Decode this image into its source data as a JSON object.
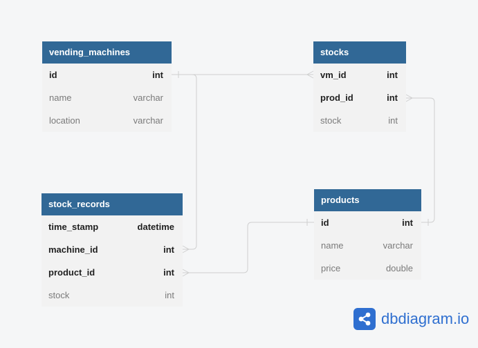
{
  "colors": {
    "header_bg": "#316896",
    "header_text": "#ffffff",
    "body_bg": "#f2f2f2",
    "canvas_bg": "#f5f6f7",
    "edge": "#cfcfcf",
    "brand": "#2f6fd0"
  },
  "tables": {
    "vending_machines": {
      "name": "vending_machines",
      "columns": [
        {
          "name": "id",
          "type": "int",
          "key": true
        },
        {
          "name": "name",
          "type": "varchar",
          "key": false
        },
        {
          "name": "location",
          "type": "varchar",
          "key": false
        }
      ]
    },
    "stocks": {
      "name": "stocks",
      "columns": [
        {
          "name": "vm_id",
          "type": "int",
          "key": true
        },
        {
          "name": "prod_id",
          "type": "int",
          "key": true
        },
        {
          "name": "stock",
          "type": "int",
          "key": false
        }
      ]
    },
    "stock_records": {
      "name": "stock_records",
      "columns": [
        {
          "name": "time_stamp",
          "type": "datetime",
          "key": true
        },
        {
          "name": "machine_id",
          "type": "int",
          "key": true
        },
        {
          "name": "product_id",
          "type": "int",
          "key": true
        },
        {
          "name": "stock",
          "type": "int",
          "key": false
        }
      ]
    },
    "products": {
      "name": "products",
      "columns": [
        {
          "name": "id",
          "type": "int",
          "key": true
        },
        {
          "name": "name",
          "type": "varchar",
          "key": false
        },
        {
          "name": "price",
          "type": "double",
          "key": false
        }
      ]
    }
  },
  "relationships": [
    {
      "from": "vending_machines.id",
      "to": "stocks.vm_id",
      "from_card": "one",
      "to_card": "many"
    },
    {
      "from": "vending_machines.id",
      "to": "stock_records.machine_id",
      "from_card": "one",
      "to_card": "many"
    },
    {
      "from": "products.id",
      "to": "stocks.prod_id",
      "from_card": "one",
      "to_card": "many"
    },
    {
      "from": "products.id",
      "to": "stock_records.product_id",
      "from_card": "one",
      "to_card": "many"
    }
  ],
  "branding": {
    "logo_icon": "share-nodes-icon",
    "logo_text": "dbdiagram.io"
  }
}
